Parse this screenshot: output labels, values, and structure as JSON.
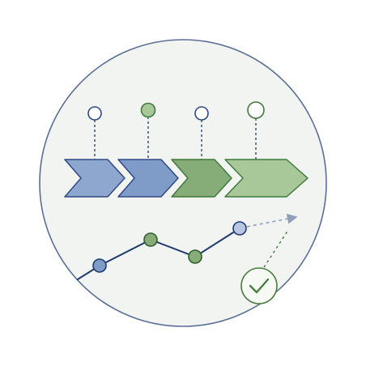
{
  "illustration": {
    "colors": {
      "circle_fill": "#f2f4f2",
      "circle_stroke": "#5b6f96",
      "blue_fill": "#8ea7cf",
      "blue_stroke": "#2f4a86",
      "blue_dark": "#33507f",
      "green_fill": "#86ad78",
      "green_light_fill": "#a9c89a",
      "green_stroke": "#3f7a3a",
      "line_color": "#1f3a6e",
      "arrow_gray": "#8fa0b8",
      "check_color": "#4a7f3e"
    },
    "pipeline": {
      "stages": [
        {
          "name": "stage-1",
          "marker": "empty-blue"
        },
        {
          "name": "stage-2",
          "marker": "filled-green"
        },
        {
          "name": "stage-3",
          "marker": "empty-blue"
        },
        {
          "name": "stage-4",
          "marker": "empty-green"
        }
      ]
    },
    "trend": {
      "points": 4,
      "direction": "up"
    },
    "status": {
      "icon": "checkmark-icon"
    }
  }
}
